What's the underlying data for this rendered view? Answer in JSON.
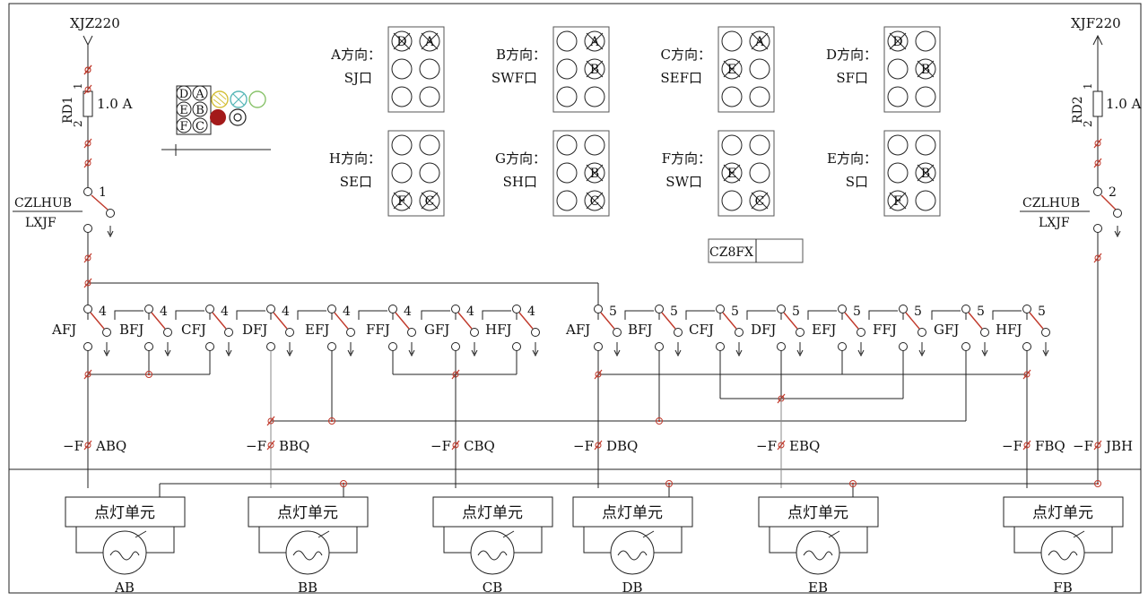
{
  "colors": {
    "line": "#222222",
    "red": "#c0392b",
    "fill_red": "#a31a1a",
    "yellow": "#d4c03a",
    "teal": "#58b7b7",
    "green": "#89c36b"
  },
  "power": {
    "left": "XJZ220",
    "right": "XJF220"
  },
  "fuses": {
    "left": {
      "name": "RD1",
      "pins": [
        "1",
        "2"
      ],
      "rating": "1.0 A"
    },
    "right": {
      "name": "RD2",
      "pins": [
        "1",
        "2"
      ],
      "rating": "1.0 A"
    }
  },
  "relays_main": {
    "left": {
      "top": "CZLHUB",
      "bottom": "LXJF",
      "num": "1"
    },
    "right": {
      "top": "CZLHUB",
      "bottom": "LXJF",
      "num": "2"
    }
  },
  "legend": {
    "cells": [
      "D",
      "A",
      "E",
      "B",
      "F",
      "C"
    ]
  },
  "directions": [
    {
      "label": "A方向：",
      "port": "SJ口",
      "lamps": [
        "D",
        "A",
        "",
        "",
        "",
        ""
      ],
      "crossed": [
        0,
        1
      ]
    },
    {
      "label": "B方向：",
      "port": "SWF口",
      "lamps": [
        "",
        "A",
        "",
        "B",
        "",
        ""
      ],
      "crossed": [
        1,
        3
      ]
    },
    {
      "label": "C方向：",
      "port": "SEF口",
      "lamps": [
        "",
        "A",
        "E",
        "",
        "",
        ""
      ],
      "crossed": [
        1,
        2
      ]
    },
    {
      "label": "D方向：",
      "port": "SF口",
      "lamps": [
        "D",
        "",
        "",
        "B",
        "",
        ""
      ],
      "crossed": [
        0,
        3
      ]
    },
    {
      "label": "H方向：",
      "port": "SE口",
      "lamps": [
        "",
        "",
        "",
        "",
        "F",
        "C"
      ],
      "crossed": [
        4,
        5
      ]
    },
    {
      "label": "G方向：",
      "port": "SH口",
      "lamps": [
        "",
        "",
        "",
        "B",
        "",
        "C"
      ],
      "crossed": [
        3,
        5
      ]
    },
    {
      "label": "F方向：",
      "port": "SW口",
      "lamps": [
        "",
        "",
        "E",
        "",
        "",
        "C"
      ],
      "crossed": [
        2,
        5
      ]
    },
    {
      "label": "E方向：",
      "port": "S口",
      "lamps": [
        "",
        "",
        "",
        "B",
        "F",
        ""
      ],
      "crossed": [
        3,
        4
      ]
    }
  ],
  "cz8fx": "CZ8FX",
  "relays_group1": [
    "AFJ",
    "BFJ",
    "CFJ",
    "DFJ",
    "EFJ",
    "FFJ",
    "GFJ",
    "HFJ"
  ],
  "relays_group2": [
    "AFJ",
    "BFJ",
    "CFJ",
    "DFJ",
    "EFJ",
    "FFJ",
    "GFJ",
    "HFJ"
  ],
  "group1_num": "4",
  "group2_num": "5",
  "f_prefix": "−F",
  "fuse_labels": [
    "ABQ",
    "BBQ",
    "CBQ",
    "DBQ",
    "EBQ",
    "FBQ",
    "JBH"
  ],
  "units": {
    "label": "点灯单元",
    "names": [
      "AB",
      "BB",
      "CB",
      "DB",
      "EB",
      "FB"
    ]
  }
}
